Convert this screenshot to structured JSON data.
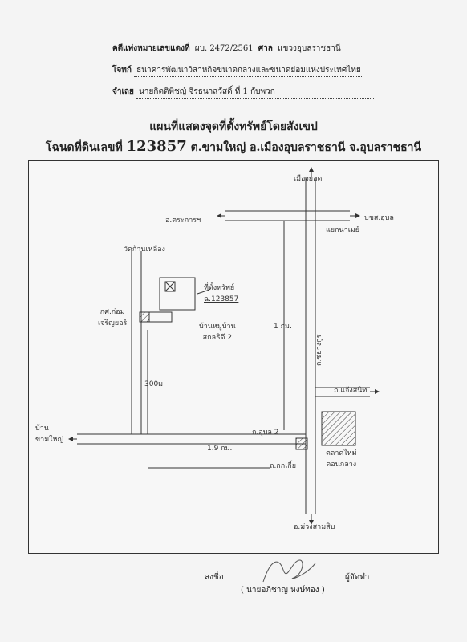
{
  "header": {
    "case_label": "คดีแพ่งหมายเลขแดงที่",
    "case_no": "ผบ. 2472/2561",
    "court_label": "ศาล",
    "court": "แขวงอุบลราชธานี",
    "plaintiff_label": "โจทก์",
    "plaintiff": "ธนาคารพัฒนาวิสาหกิจขนาดกลางและขนาดย่อมแห่งประเทศไทย",
    "defendant_label": "จำเลย",
    "defendant": "นายกิตติพิชญ์ จิรธนาสวัสดิ์ ที่ 1 กับพวก"
  },
  "title": {
    "line1": "แผนที่แสดงจุดที่ตั้งทรัพย์โดยสังเขป",
    "line2_prefix": "โฉนดที่ดินเลขที่",
    "deed_no": "123857",
    "line2_suffix": "ต.ขามใหญ่ อ.เมืองอุบลราชธานี จ.อุบลราชธานี"
  },
  "map": {
    "labels": {
      "north": "เมืองยอด",
      "west_road": "อ.ตระการฯ",
      "east_road": "บขส.อุบล",
      "junction": "แยกนาเมย์",
      "wat": "วัดก้านเหลือง",
      "property_line1": "ที่ตั้งทรัพย์",
      "property_line2": "ฉ.123857",
      "school_line1": "กศ.ก่อม",
      "school_line2": "เจริญยอร์",
      "village_line1": "บ้านหมู่บ้าน",
      "village_line2": "สกลธิดี 2",
      "dist_1km": "1 กม.",
      "dist_300m": "300ม.",
      "dist_19km": "1.9 กม.",
      "ban_line1": "บ้าน",
      "ban_line2": "ขามใหญ่",
      "road_ubon2": "ถ.อุบล 2",
      "road_kao": "ถ.กกเกี้ย",
      "road_chayangkun": "ถ.ชยางกูร",
      "road_changsanit": "ถ.แจ้งสนิท",
      "market_line1": "ตลาดใหม่",
      "market_line2": "ดอนกลาง",
      "south": "อ.ม่วงสามสิบ"
    }
  },
  "footer": {
    "sign_label": "ลงชื่อ",
    "surveyor_label": "ผู้จัดทำ",
    "name": "( นายอภิชาญ หงษ์ทอง )"
  }
}
